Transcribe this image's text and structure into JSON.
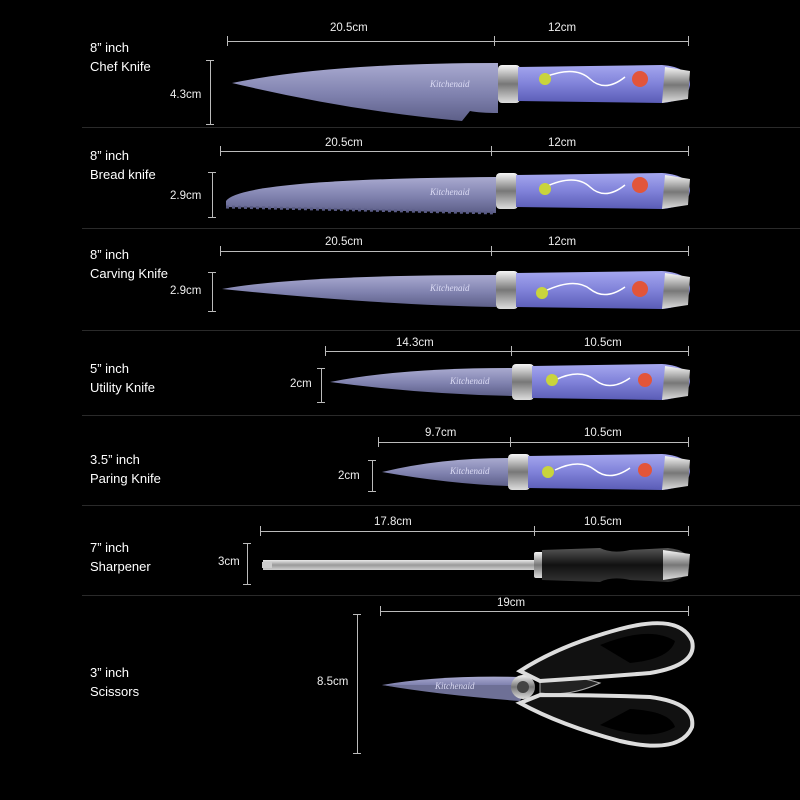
{
  "items": [
    {
      "size": "8” inch",
      "name": "Chef Knife",
      "blade": "20.5cm",
      "handle": "12cm",
      "height": "4.3cm"
    },
    {
      "size": "8” inch",
      "name": "Bread knife",
      "blade": "20.5cm",
      "handle": "12cm",
      "height": "2.9cm"
    },
    {
      "size": "8” inch",
      "name": "Carving Knife",
      "blade": "20.5cm",
      "handle": "12cm",
      "height": "2.9cm"
    },
    {
      "size": "5” inch",
      "name": "Utility Knife",
      "blade": "14.3cm",
      "handle": "10.5cm",
      "height": "2cm"
    },
    {
      "size": "3.5” inch",
      "name": "Paring Knife",
      "blade": "9.7cm",
      "handle": "10.5cm",
      "height": "2cm"
    },
    {
      "size": "7” inch",
      "name": "Sharpener",
      "blade": "17.8cm",
      "handle": "10.5cm",
      "height": "3cm"
    },
    {
      "size": "3” inch",
      "name": "Scissors",
      "length": "19cm",
      "height": "8.5cm"
    }
  ],
  "brand": "Kitchenaid",
  "colors": {
    "background": "#000000",
    "handle": "#7d7fd0",
    "blade": "#8a8cb2",
    "sharpener_handle": "#1a1a1a"
  }
}
